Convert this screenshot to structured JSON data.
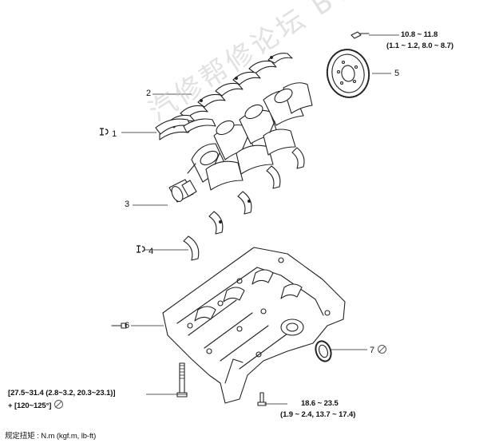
{
  "callouts": {
    "c1": "1",
    "c2": "2",
    "c3": "3",
    "c4": "4",
    "c5": "5",
    "c6": "6",
    "c7": "7"
  },
  "torque": {
    "flywheel_bolt_line1": "10.8 ~ 11.8",
    "flywheel_bolt_line2": "(1.1 ~ 1.2, 8.0 ~ 8.7)",
    "main_bolt_line1": "[27.5~31.4 (2.8~3.2, 20.3~23.1)]",
    "main_bolt_line2": "+ [120~125°]",
    "lower_bolt_line1": "18.6 ~ 23.5",
    "lower_bolt_line2": "(1.9 ~ 2.4, 13.7 ~ 17.4)"
  },
  "footer": {
    "unit_note": "规定扭矩 : N.m (kgf.m, lb-ft)"
  },
  "watermark": {
    "text": "汽修帮修论坛 BT 度摄影色"
  },
  "icons": {
    "bearing_marker": "bearing-select-icon",
    "no_reuse": "no-reuse-icon"
  }
}
